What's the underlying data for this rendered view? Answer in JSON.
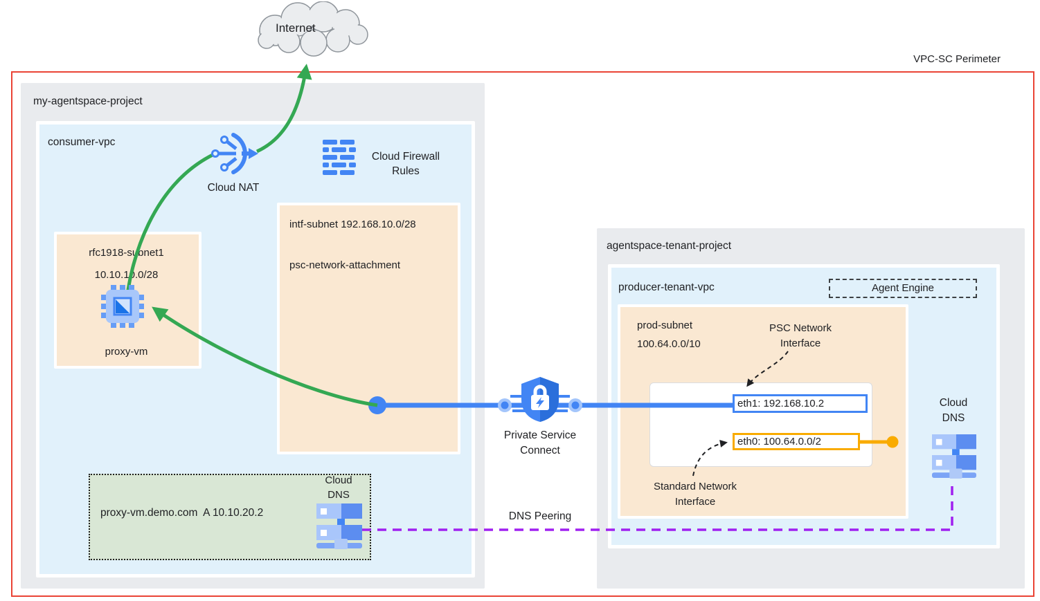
{
  "perimeter": {
    "label": "VPC-SC Perimeter"
  },
  "internet": {
    "label": "Internet"
  },
  "dns_peering": {
    "label": "DNS Peering"
  },
  "psc": {
    "label": "Private Service Connect"
  },
  "consumer_project": {
    "label": "my-agentspace-project",
    "vpc": {
      "label": "consumer-vpc",
      "cloud_nat_label": "Cloud NAT",
      "firewall_label": "Cloud Firewall Rules",
      "intf_subnet": {
        "title": "intf-subnet 192.168.10.0/28",
        "attachment": "psc-network-attachment"
      },
      "rfc_subnet": {
        "name": "rfc1918-subnet1",
        "cidr": "10.10.10.0/28",
        "vm_label": "proxy-vm"
      },
      "dns_zone": {
        "record": "proxy-vm.demo.com  A 10.10.20.2",
        "dns_label": "Cloud DNS"
      }
    }
  },
  "tenant_project": {
    "label": "agentspace-tenant-project",
    "vpc": {
      "label": "producer-tenant-vpc",
      "agent_engine_label": "Agent Engine",
      "prod_subnet": {
        "name": "prod-subnet",
        "cidr": "100.64.0.0/10",
        "psc_nic_label": "PSC Network Interface",
        "std_nic_label": "Standard Network Interface",
        "eth1": "eth1: 192.168.10.2",
        "eth0": "eth0: 100.64.0.0/2"
      },
      "dns_label": "Cloud DNS"
    }
  },
  "colors": {
    "perimeter_red": "#EA4335",
    "traffic_green": "#34A853",
    "psc_blue": "#4285F4",
    "eth0_yellow": "#F9AB00",
    "dns_peering_purple": "#A020F0",
    "project_gray": "#E9EBEE",
    "vpc_blue": "#E1F1FB",
    "subnet_peach": "#FAE8D2",
    "dns_zone_green": "#D9E7D5"
  }
}
